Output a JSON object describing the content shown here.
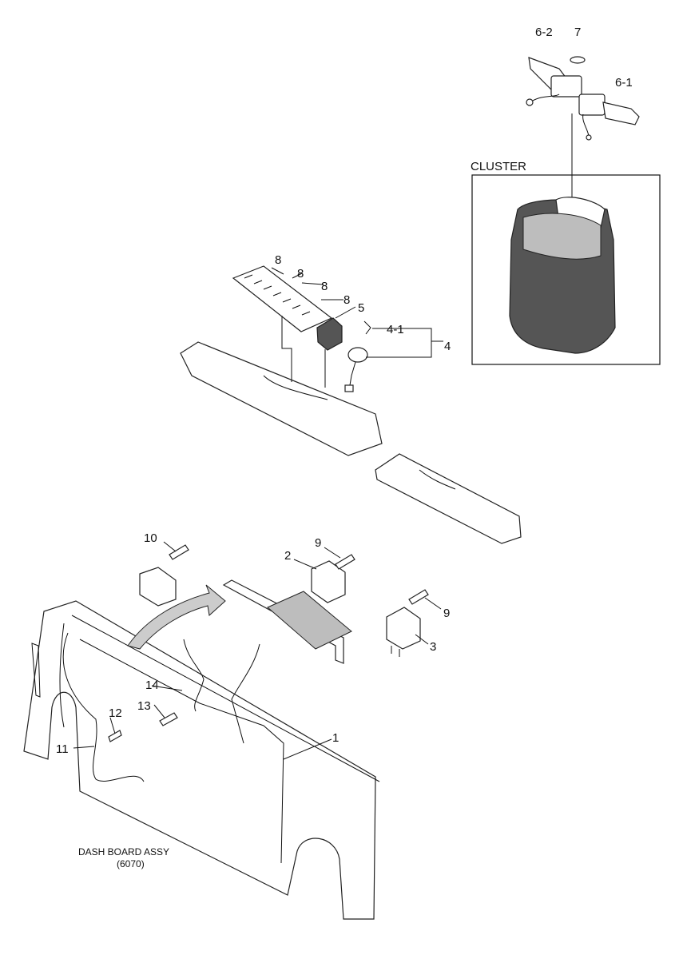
{
  "diagram": {
    "cluster_title": "CLUSTER",
    "assembly_title": "DASH BOARD ASSY",
    "assembly_code": "(6070)",
    "labels": {
      "l62": "6-2",
      "l7": "7",
      "l61": "6-1",
      "l8a": "8",
      "l8b": "8",
      "l8c": "8",
      "l8d": "8",
      "l5": "5",
      "l41": "4-1",
      "l4": "4",
      "l10": "10",
      "l9a": "9",
      "l2": "2",
      "l9b": "9",
      "l3": "3",
      "l14": "14",
      "l13": "13",
      "l12": "12",
      "l11": "11",
      "l1": "1"
    }
  }
}
